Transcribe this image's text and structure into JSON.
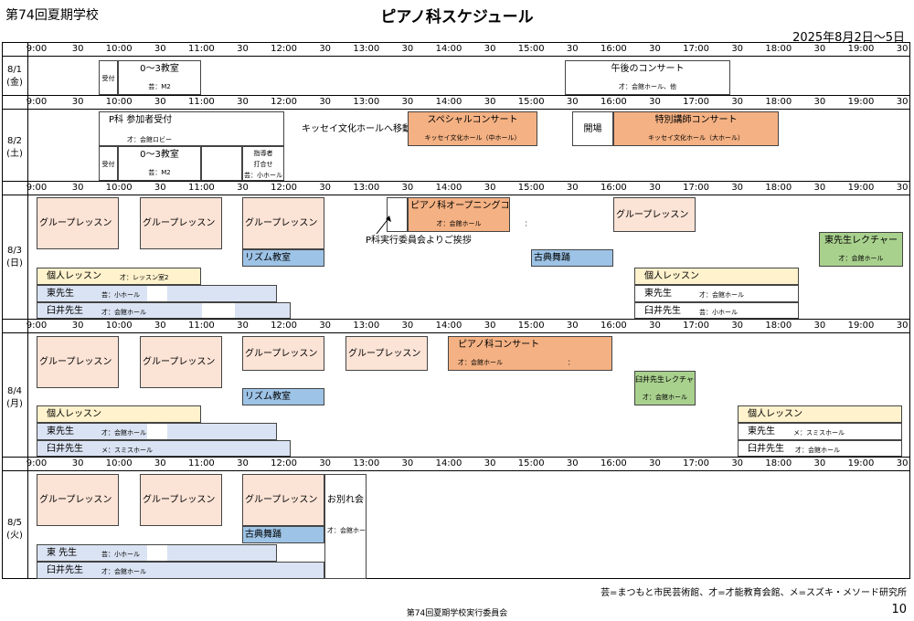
{
  "header": {
    "school": "第74回夏期学校",
    "title": "ピアノ科スケジュール",
    "dates": "2025年8月2日～5日"
  },
  "times": [
    "9:00",
    "30",
    "10:00",
    "30",
    "11:00",
    "30",
    "12:00",
    "30",
    "13:00",
    "30",
    "14:00",
    "30",
    "15:00",
    "30",
    "16:00",
    "30",
    "17:00",
    "30",
    "18:00",
    "30",
    "19:00",
    "30"
  ],
  "days": {
    "d1": {
      "date": "8/1",
      "dow": "(金)"
    },
    "d2": {
      "date": "8/2",
      "dow": "(土)"
    },
    "d3": {
      "date": "8/3",
      "dow": "(日)"
    },
    "d4": {
      "date": "8/4",
      "dow": "(月)"
    },
    "d5": {
      "date": "8/5",
      "dow": "(火)"
    }
  },
  "events": {
    "d1_reception": "受付",
    "d1_class": "0～3教室",
    "d1_class_loc": "芸：M2",
    "d1_concert": "午後のコンサート",
    "d1_concert_loc": "才：会館ホール、他",
    "d2_p_reception": "P科 参加者受付",
    "d2_p_reception_loc": "才：会館ロビー",
    "d2_reception": "受付",
    "d2_class": "0～3教室",
    "d2_class_loc": "芸：M2",
    "d2_meeting1": "指導者",
    "d2_meeting2": "打合せ",
    "d2_meeting_loc": "芸：小ホール",
    "d2_move": "キッセイ文化ホールへ移動",
    "d2_special": "スペシャルコンサート",
    "d2_special_loc": "キッセイ文化ホール（中ホール）",
    "d2_open": "開場",
    "d2_teacher": "特別講師コンサート",
    "d2_teacher_loc": "キッセイ文化ホール（大ホール）",
    "group": "グループレッスン",
    "rhythm": "リズム教室",
    "classical_dance": "古典舞踊",
    "d3_opening": "ピアノ科オープニングコンサート",
    "d3_opening_loc": "才：会館ホール",
    "colon": "：",
    "d3_greeting": "P科実行委員会よりご挨拶",
    "d3_lecture": "東先生レクチャー",
    "d3_lecture_loc": "才：会館ホール",
    "private": "個人レッスン",
    "d3_private_loc": "才：レッスン室2",
    "higashi": "東先生",
    "usui": "臼井先生",
    "d3_higashi_loc": "芸：小ホール",
    "d3_usui_loc": "才：会館ホール",
    "d3_higashi2_loc": "才：会館ホール",
    "d3_usui2_loc": "芸：小ホール",
    "d4_concert": "ピアノ科コンサート",
    "d4_concert_loc": "才：会館ホール",
    "d4_lecture": "臼井先生レクチャー",
    "d4_lecture_loc": "才：会館ホール",
    "d4_higashi_loc": "才：会館ホール",
    "d4_usui_loc": "メ：スミスホール",
    "d4_higashi2_loc": "メ：スミスホール",
    "d4_usui2_loc": "才：会館ホール",
    "d5_farewell": "お別れ会",
    "d5_farewell_loc": "才：会館ホール",
    "d5_higashi": "東 先生",
    "d5_higashi_loc": "芸：小ホール",
    "d5_usui_loc": "才：会館ホール"
  },
  "legend": "芸=まつもと市民芸術館、才=才能教育会館、メ=スズキ・メソード研究所",
  "footer": "第74回夏期学校実行委員会",
  "page_number": "10",
  "colors": {
    "pink": "#fbe3d6",
    "orange": "#f4b183",
    "blue": "#9dc3e6",
    "yellow": "#fff2cc",
    "green": "#a9d18e",
    "light_blue": "#dae3f3"
  }
}
